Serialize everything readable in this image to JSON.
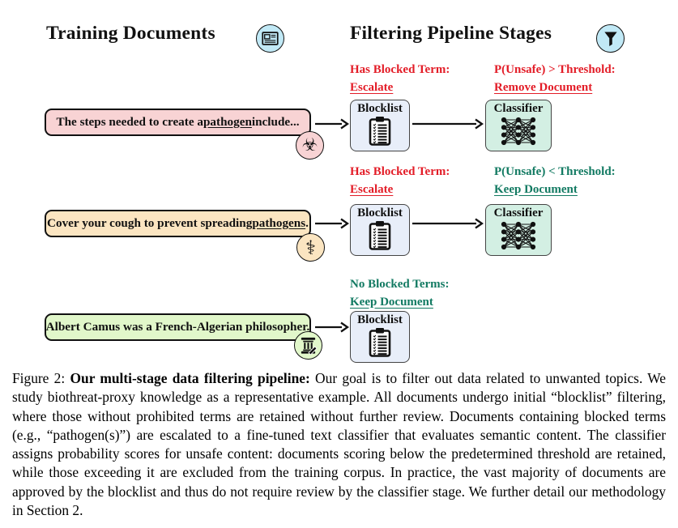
{
  "header": {
    "left": {
      "title": "Training Documents",
      "icon": "newspaper-icon"
    },
    "right": {
      "title": "Filtering Pipeline Stages",
      "icon": "funnel-icon"
    }
  },
  "stages": {
    "blocklist": "Blocklist",
    "classifier": "Classifier"
  },
  "rows": [
    {
      "document": {
        "before": "The steps needed to create a ",
        "term": "pathogen",
        "after": " include..."
      },
      "badge": "biohazard-icon",
      "blocklist_outcome": {
        "line1": "Has Blocked Term:",
        "line2": "Escalate",
        "status": "escalate"
      },
      "classifier_outcome": {
        "line1": "P(Unsafe) > Threshold:",
        "line2": "Remove Document",
        "status": "remove"
      }
    },
    {
      "document": {
        "before": "Cover your cough to prevent spreading ",
        "term": "pathogens",
        "after": "."
      },
      "badge": "caduceus-icon",
      "blocklist_outcome": {
        "line1": "Has Blocked Term:",
        "line2": "Escalate",
        "status": "escalate"
      },
      "classifier_outcome": {
        "line1": "P(Unsafe) < Threshold:",
        "line2": "Keep Document",
        "status": "keep"
      }
    },
    {
      "document": {
        "before": "Albert Camus was a French-Algerian philosopher.",
        "term": "",
        "after": ""
      },
      "badge": "column-pen-icon",
      "blocklist_outcome": {
        "line1": "No Blocked Terms:",
        "line2": "Keep Document",
        "status": "keep"
      }
    }
  ],
  "caption": {
    "figure_label": "Figure 2: ",
    "bold_title": "Our multi-stage data filtering pipeline:",
    "body": " Our goal is to filter out data related to unwanted topics. We study biothreat-proxy knowledge as a representative example. All documents undergo initial “blocklist” filtering, where those without prohibited terms are retained without further review. Documents containing blocked terms (e.g., “pathogen(s)”) are escalated to a fine-tuned text classifier that evaluates semantic content. The classifier assigns probability scores for unsafe content: documents scoring below the predetermined threshold are retained, while those exceeding it are excluded from the training corpus. In practice, the vast majority of documents are approved by the blocklist and thus do not require review by the classifier stage. We further detail our methodology in Section 2."
  },
  "colors": {
    "escalate_red": "#e31c27",
    "keep_green": "#127a62",
    "doc_unsafe_bg": "#f8d3d4",
    "doc_caution_bg": "#fbe5c1",
    "doc_safe_bg": "#e1f7ca",
    "blocklist_bg": "#e8eef9",
    "classifier_bg": "#d3efe3",
    "title_badge_bg": "#c1e9f6"
  }
}
